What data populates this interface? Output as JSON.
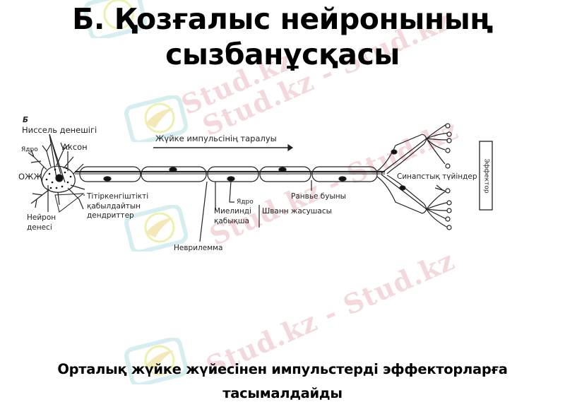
{
  "slide": {
    "title_line1": "Б. Қозғалыс нейронының",
    "title_line2": "сызбанұсқасы",
    "caption_line1": "Орталық жүйке жүйесінен импульстерді эффекторларға",
    "caption_line2": "тасымалдайды"
  },
  "diagram": {
    "panel_letter": "Б",
    "labels": {
      "nissl": "Ниссель денешігі",
      "nucleus_soma": "Ядро",
      "axon": "Аксон",
      "cns": "ОЖЖ",
      "neuron_body_line1": "Нейрон",
      "neuron_body_line2": "денесі",
      "dendrites_line1": "Тітіркенгіштікті",
      "dendrites_line2": "қабылдайтын",
      "dendrites_line3": "дендриттер",
      "impulse": "Жүйке импульсінің таралуы",
      "nucleus_schwann": "Ядро",
      "myelin_line1": "Миелинді",
      "myelin_line2": "қабықша",
      "schwann": "Шванн жасушасы",
      "ranvier": "Ранвье буыны",
      "neurilemma": "Неврилемма",
      "synaptic": "Синапстық түйіндер",
      "effector": "Эффектор"
    }
  },
  "watermark": {
    "text": "Stud.kz - Stud.kz",
    "short_text": "Stud.kz",
    "color": "#f3d9dc"
  }
}
